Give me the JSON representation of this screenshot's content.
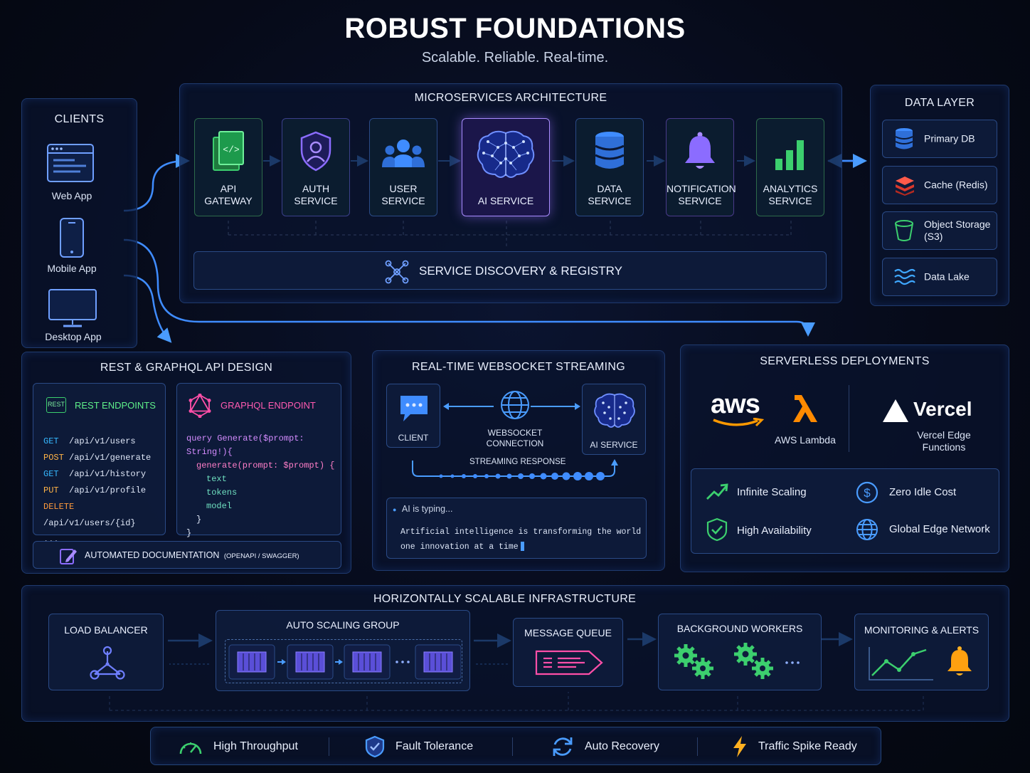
{
  "header": {
    "title": "ROBUST FOUNDATIONS",
    "subtitle": "Scalable. Reliable. Real-time."
  },
  "clients": {
    "title": "CLIENTS",
    "items": [
      "Web App",
      "Mobile App",
      "Desktop App"
    ]
  },
  "microservices": {
    "title": "MICROSERVICES ARCHITECTURE",
    "services": [
      {
        "label": "API\nGATEWAY",
        "icon": "gateway-icon",
        "color": "#3ccf6e"
      },
      {
        "label": "AUTH\nSERVICE",
        "icon": "shield-user-icon",
        "color": "#8b6cff"
      },
      {
        "label": "USER\nSERVICE",
        "icon": "users-icon",
        "color": "#3f8cff"
      },
      {
        "label": "AI SERVICE",
        "icon": "brain-icon",
        "color": "#5a7bff"
      },
      {
        "label": "DATA\nSERVICE",
        "icon": "database-icon",
        "color": "#3f8cff"
      },
      {
        "label": "NOTIFICATION\nSERVICE",
        "icon": "bell-icon",
        "color": "#9b6cff"
      },
      {
        "label": "ANALYTICS\nSERVICE",
        "icon": "bar-chart-icon",
        "color": "#3ccf6e"
      }
    ],
    "discovery": "SERVICE DISCOVERY & REGISTRY"
  },
  "data_layer": {
    "title": "DATA LAYER",
    "items": [
      {
        "label": "Primary DB",
        "icon": "database-icon"
      },
      {
        "label": "Cache (Redis)",
        "icon": "redis-icon"
      },
      {
        "label": "Object Storage\n(S3)",
        "icon": "bucket-icon"
      },
      {
        "label": "Data Lake",
        "icon": "waves-icon"
      }
    ]
  },
  "api_design": {
    "title": "REST & GRAPHQL API DESIGN",
    "rest_badge": "REST",
    "rest_title": "REST ENDPOINTS",
    "rest_endpoints": [
      {
        "method": "GET",
        "path": "/api/v1/users",
        "color": "#36b8ff"
      },
      {
        "method": "POST",
        "path": "/api/v1/generate",
        "color": "#ffb347"
      },
      {
        "method": "GET",
        "path": "/api/v1/history",
        "color": "#36b8ff"
      },
      {
        "method": "PUT",
        "path": "/api/v1/profile",
        "color": "#ffb347"
      },
      {
        "method": "DELETE",
        "path": "/api/v1/users/{id}",
        "color": "#ff9a3c"
      }
    ],
    "rest_more": "...",
    "graphql_title": "GRAPHQL ENDPOINT",
    "graphql_lines": [
      "query Generate($prompt: String!){",
      "generate(prompt: $prompt) {",
      "text",
      "tokens",
      "model",
      "}",
      "}"
    ],
    "docs_label": "AUTOMATED DOCUMENTATION",
    "docs_sub": "(OPENAPI / SWAGGER)"
  },
  "websocket": {
    "title": "REAL-TIME WEBSOCKET STREAMING",
    "client": "CLIENT",
    "connection": "WEBSOCKET\nCONNECTION",
    "ai": "AI SERVICE",
    "streaming": "STREAMING RESPONSE",
    "typing": "AI is typing...",
    "message_line1": "Artificial intelligence is transforming the world",
    "message_line2": "one innovation at a time"
  },
  "serverless": {
    "title": "SERVERLESS DEPLOYMENTS",
    "aws": "aws",
    "lambda": "AWS Lambda",
    "vercel": "Vercel",
    "vercel_sub": "Vercel Edge\nFunctions",
    "features": [
      "Infinite Scaling",
      "Zero Idle Cost",
      "High Availability",
      "Global Edge Network"
    ]
  },
  "infrastructure": {
    "title": "HORIZONTALLY SCALABLE INFRASTRUCTURE",
    "load_balancer": "LOAD BALANCER",
    "auto_scaling": "AUTO SCALING GROUP",
    "message_queue": "MESSAGE QUEUE",
    "workers": "BACKGROUND WORKERS",
    "monitoring": "MONITORING & ALERTS"
  },
  "footer": [
    "High Throughput",
    "Fault Tolerance",
    "Auto Recovery",
    "Traffic Spike Ready"
  ],
  "colors": {
    "accent": "#3f8cff",
    "panel_border": "#1f3a6e",
    "green": "#3ccf6e",
    "purple": "#9b6cff",
    "orange": "#ffb020"
  }
}
